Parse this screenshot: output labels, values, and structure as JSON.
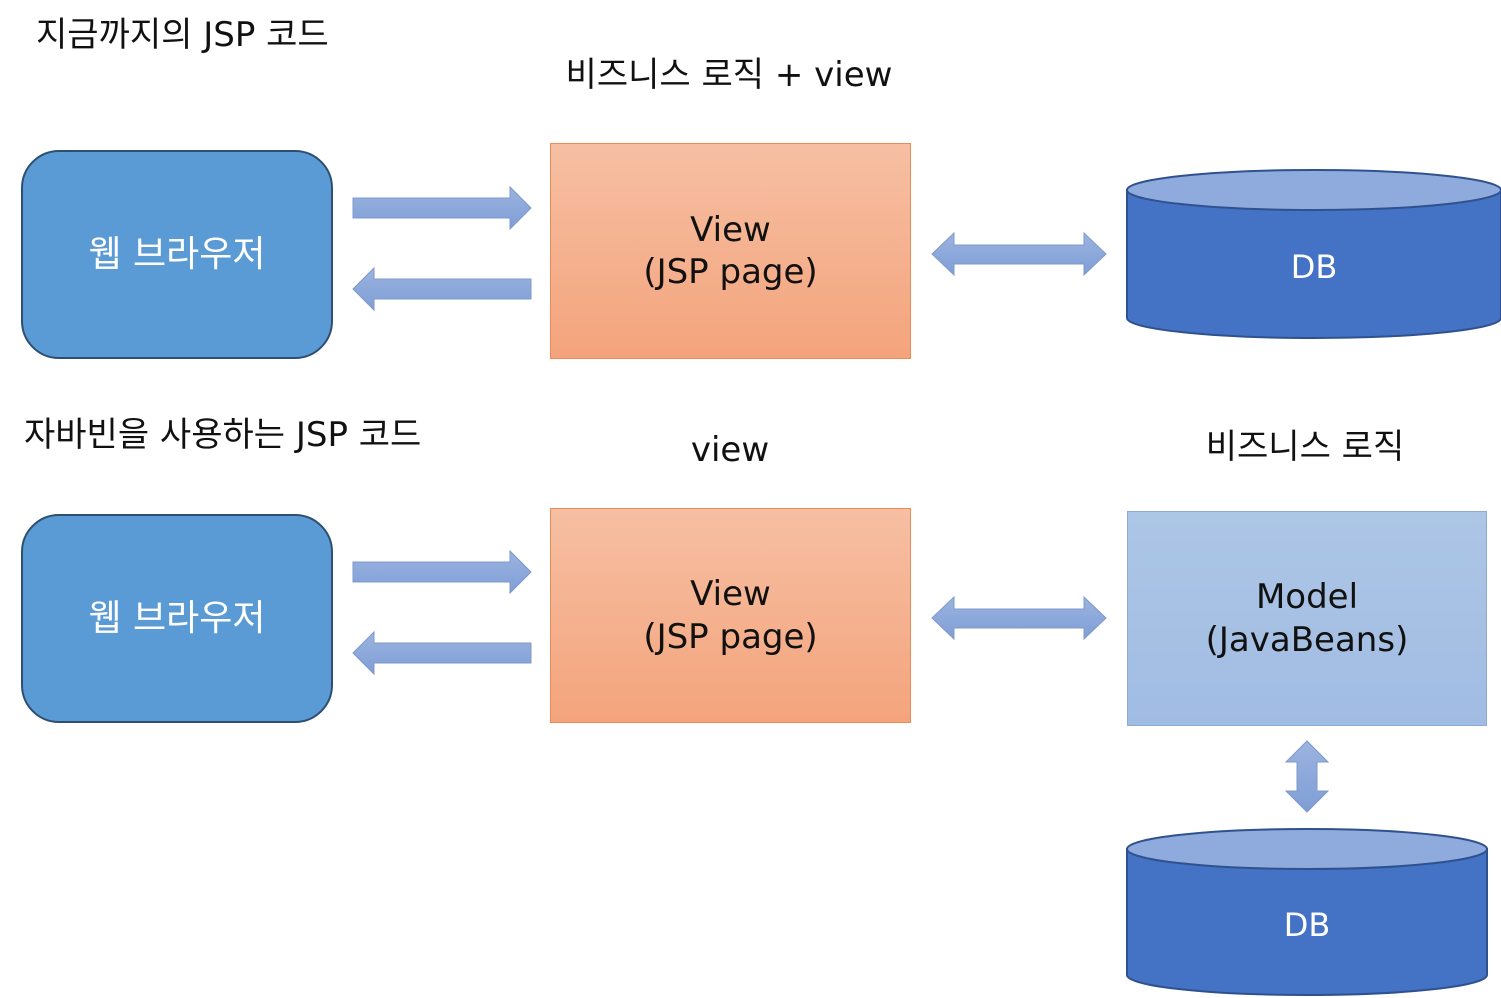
{
  "top": {
    "heading": "지금까지의 JSP 코드",
    "view_caption": "비즈니스 로직 + view",
    "browser_label": "웹 브라우저",
    "view_line1": "View",
    "view_line2": "(JSP page)",
    "db_label": "DB"
  },
  "bottom": {
    "heading": "자바빈을 사용하는 JSP 코드",
    "view_caption": "view",
    "model_caption": "비즈니스 로직",
    "browser_label": "웹 브라우저",
    "view_line1": "View",
    "view_line2": "(JSP page)",
    "model_line1": "Model",
    "model_line2": "(JavaBeans)",
    "db_label": "DB"
  },
  "colors": {
    "browser_fill": "#5b9bd5",
    "view_fill": "#f4a47c",
    "model_fill": "#a1bce3",
    "db_fill": "#4472c4",
    "arrow_fill": "#8ea9db"
  }
}
